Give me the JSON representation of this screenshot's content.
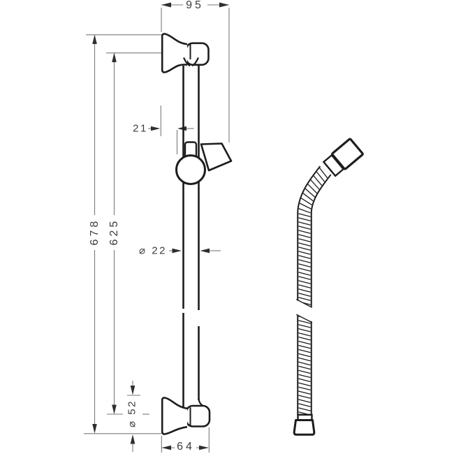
{
  "drawing": {
    "type": "technical dimension drawing",
    "product": "shower wall bar with slider holder and flexible hose",
    "labels": {
      "width_top": "95",
      "slider_offset": "21",
      "height_overall": "678",
      "height_bar": "625",
      "dia_bar": "⌀ 22",
      "dia_escutcheon": "⌀ 52",
      "width_bottom": "64"
    },
    "colors": {
      "background": "#ffffff",
      "outline": "#1d1d1b",
      "dimension_line": "#7a7a79",
      "arrow": "#2e2e2d",
      "text": "#3c3c3b"
    }
  }
}
